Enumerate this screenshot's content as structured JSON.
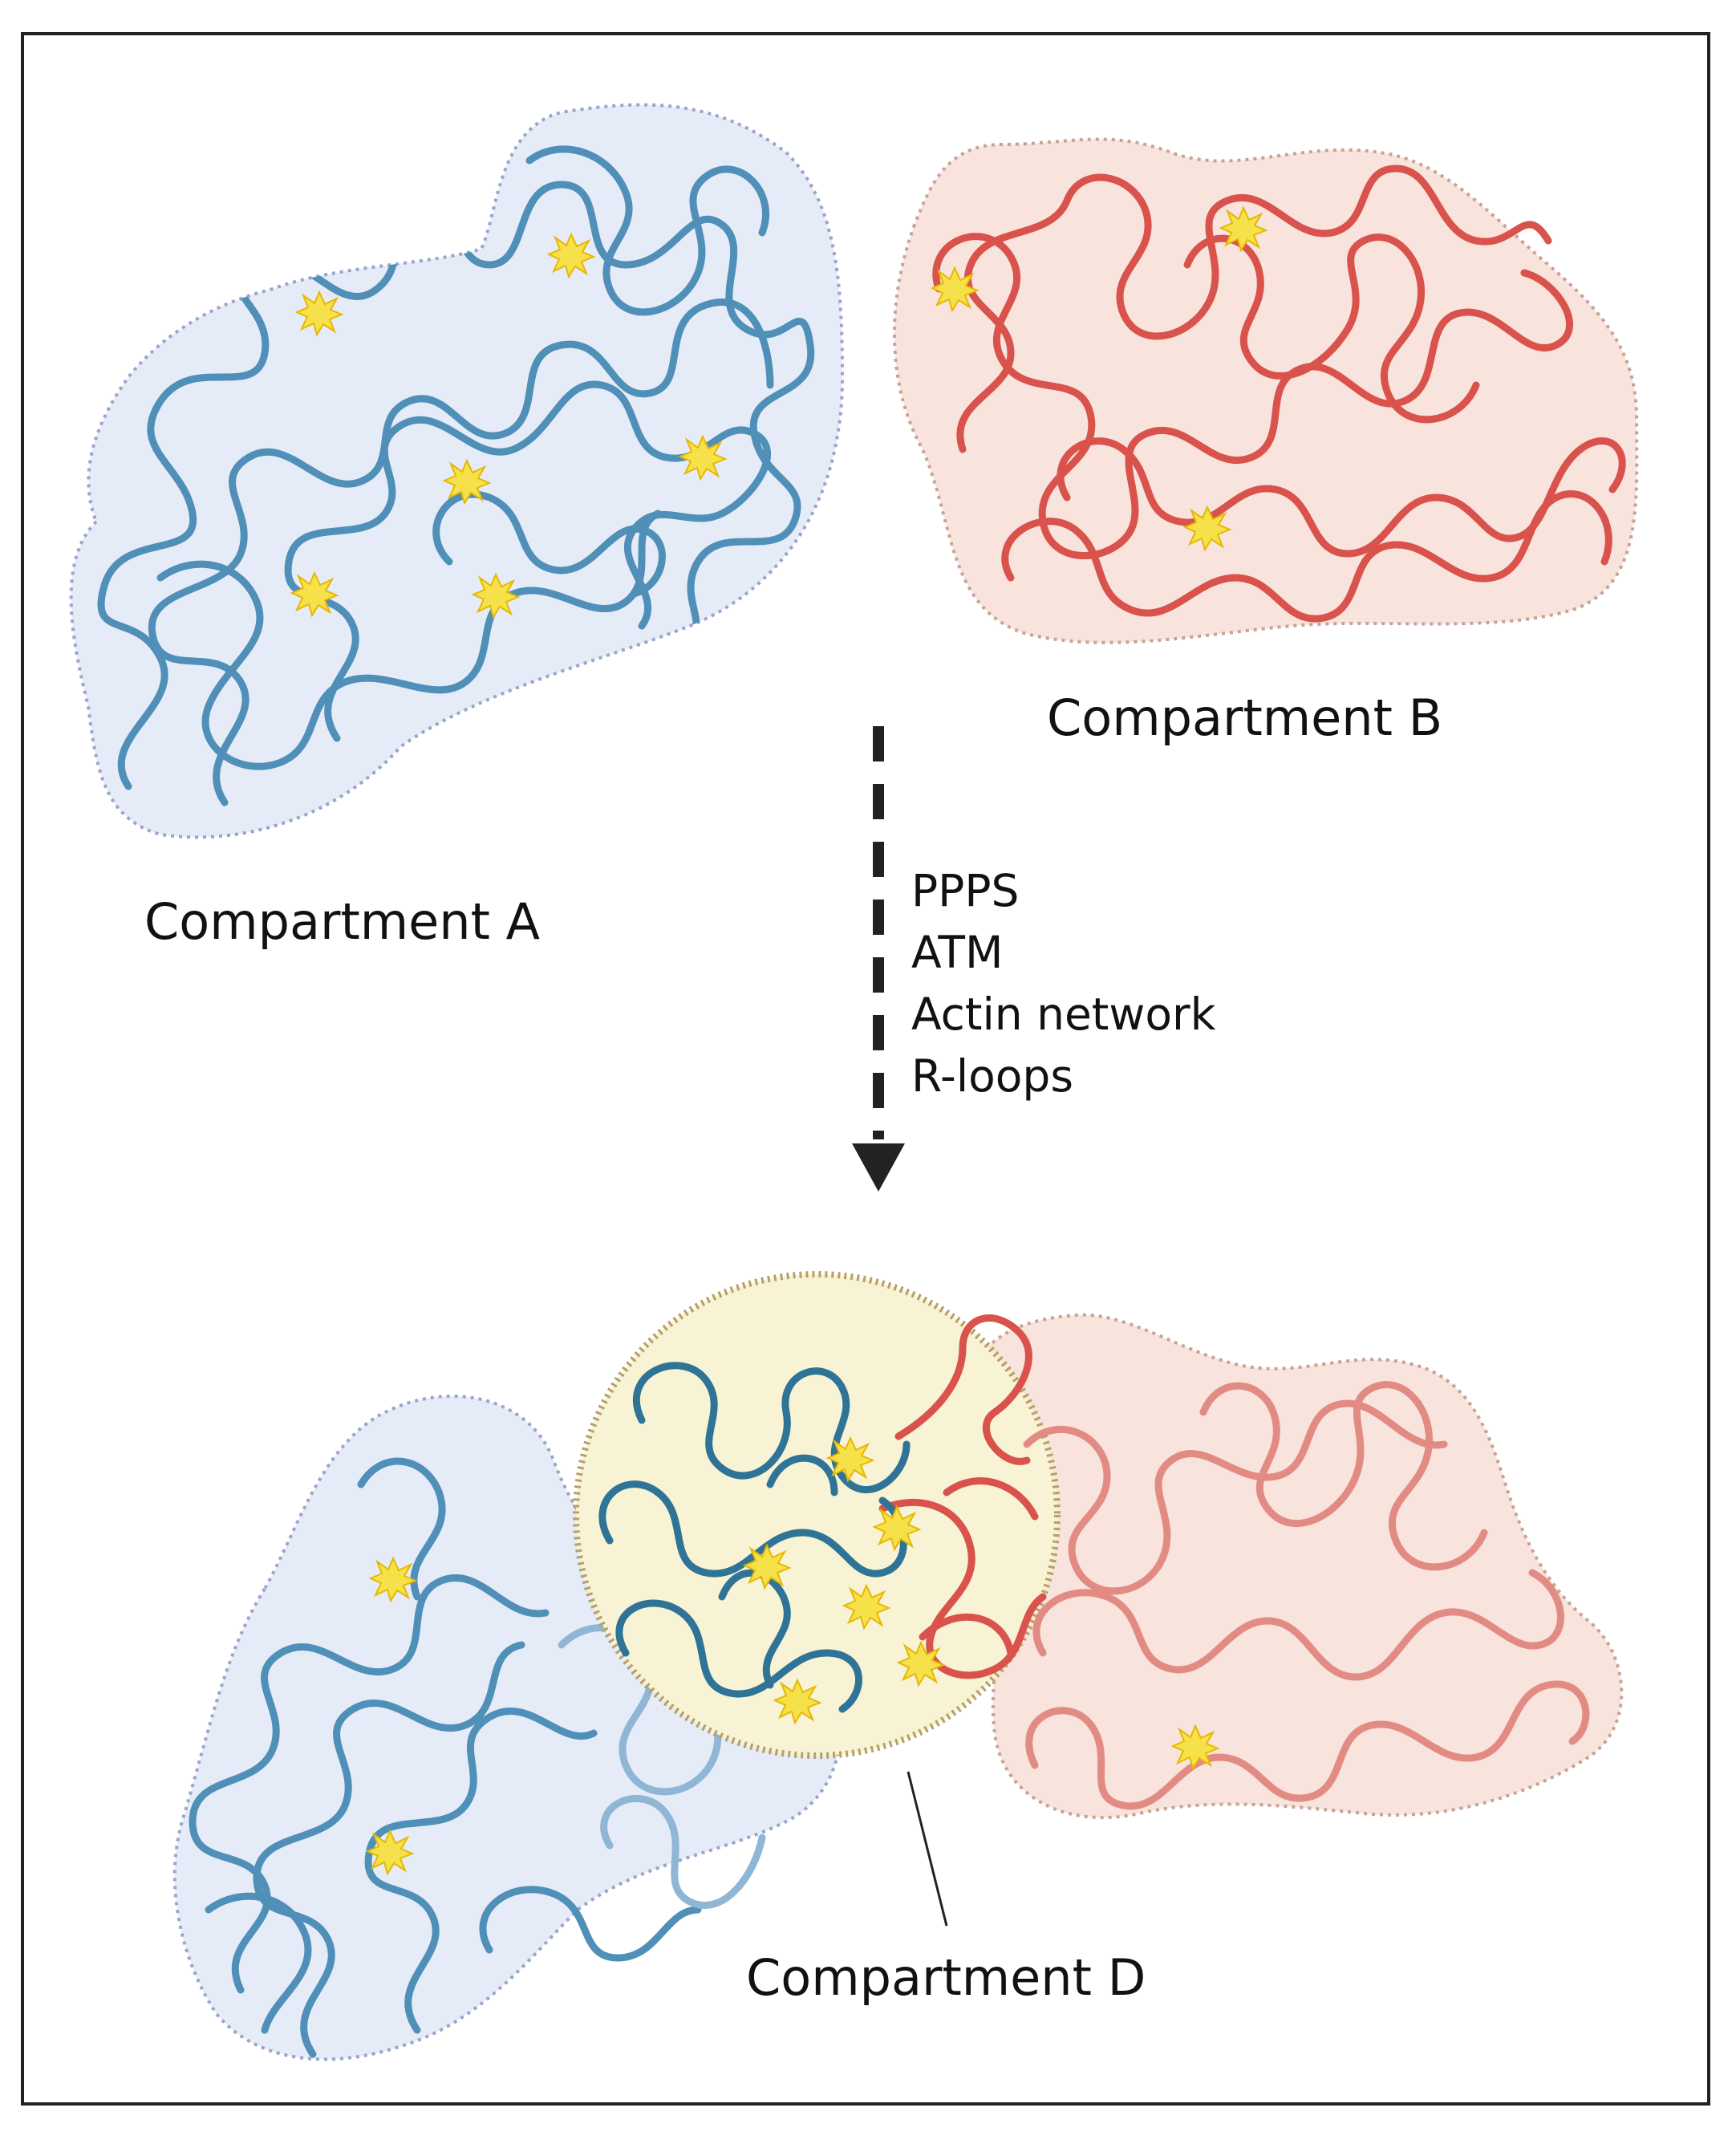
{
  "labels": {
    "compartment_a": "Compartment A",
    "compartment_b": "Compartment B",
    "compartment_d": "Compartment D"
  },
  "factors": [
    "PPPS",
    "ATM",
    "Actin network",
    "R-loops"
  ],
  "colors": {
    "blue_chromatin": "#4f8fb8",
    "dark_blue_chromatin": "#2f7496",
    "light_blue_chromatin": "#8fb6d4",
    "red_chromatin": "#d9524c",
    "light_red_chromatin": "#e28b84",
    "blue_domain_fill": "#e6ecf7",
    "red_domain_fill": "#f8e4dc",
    "yellow_domain_fill": "#f7f3d4",
    "damage_foci": "#f7e14a",
    "arrow": "#222222"
  },
  "icons": [
    "dna-damage-focus-icon",
    "dashed-arrow-down-icon"
  ]
}
